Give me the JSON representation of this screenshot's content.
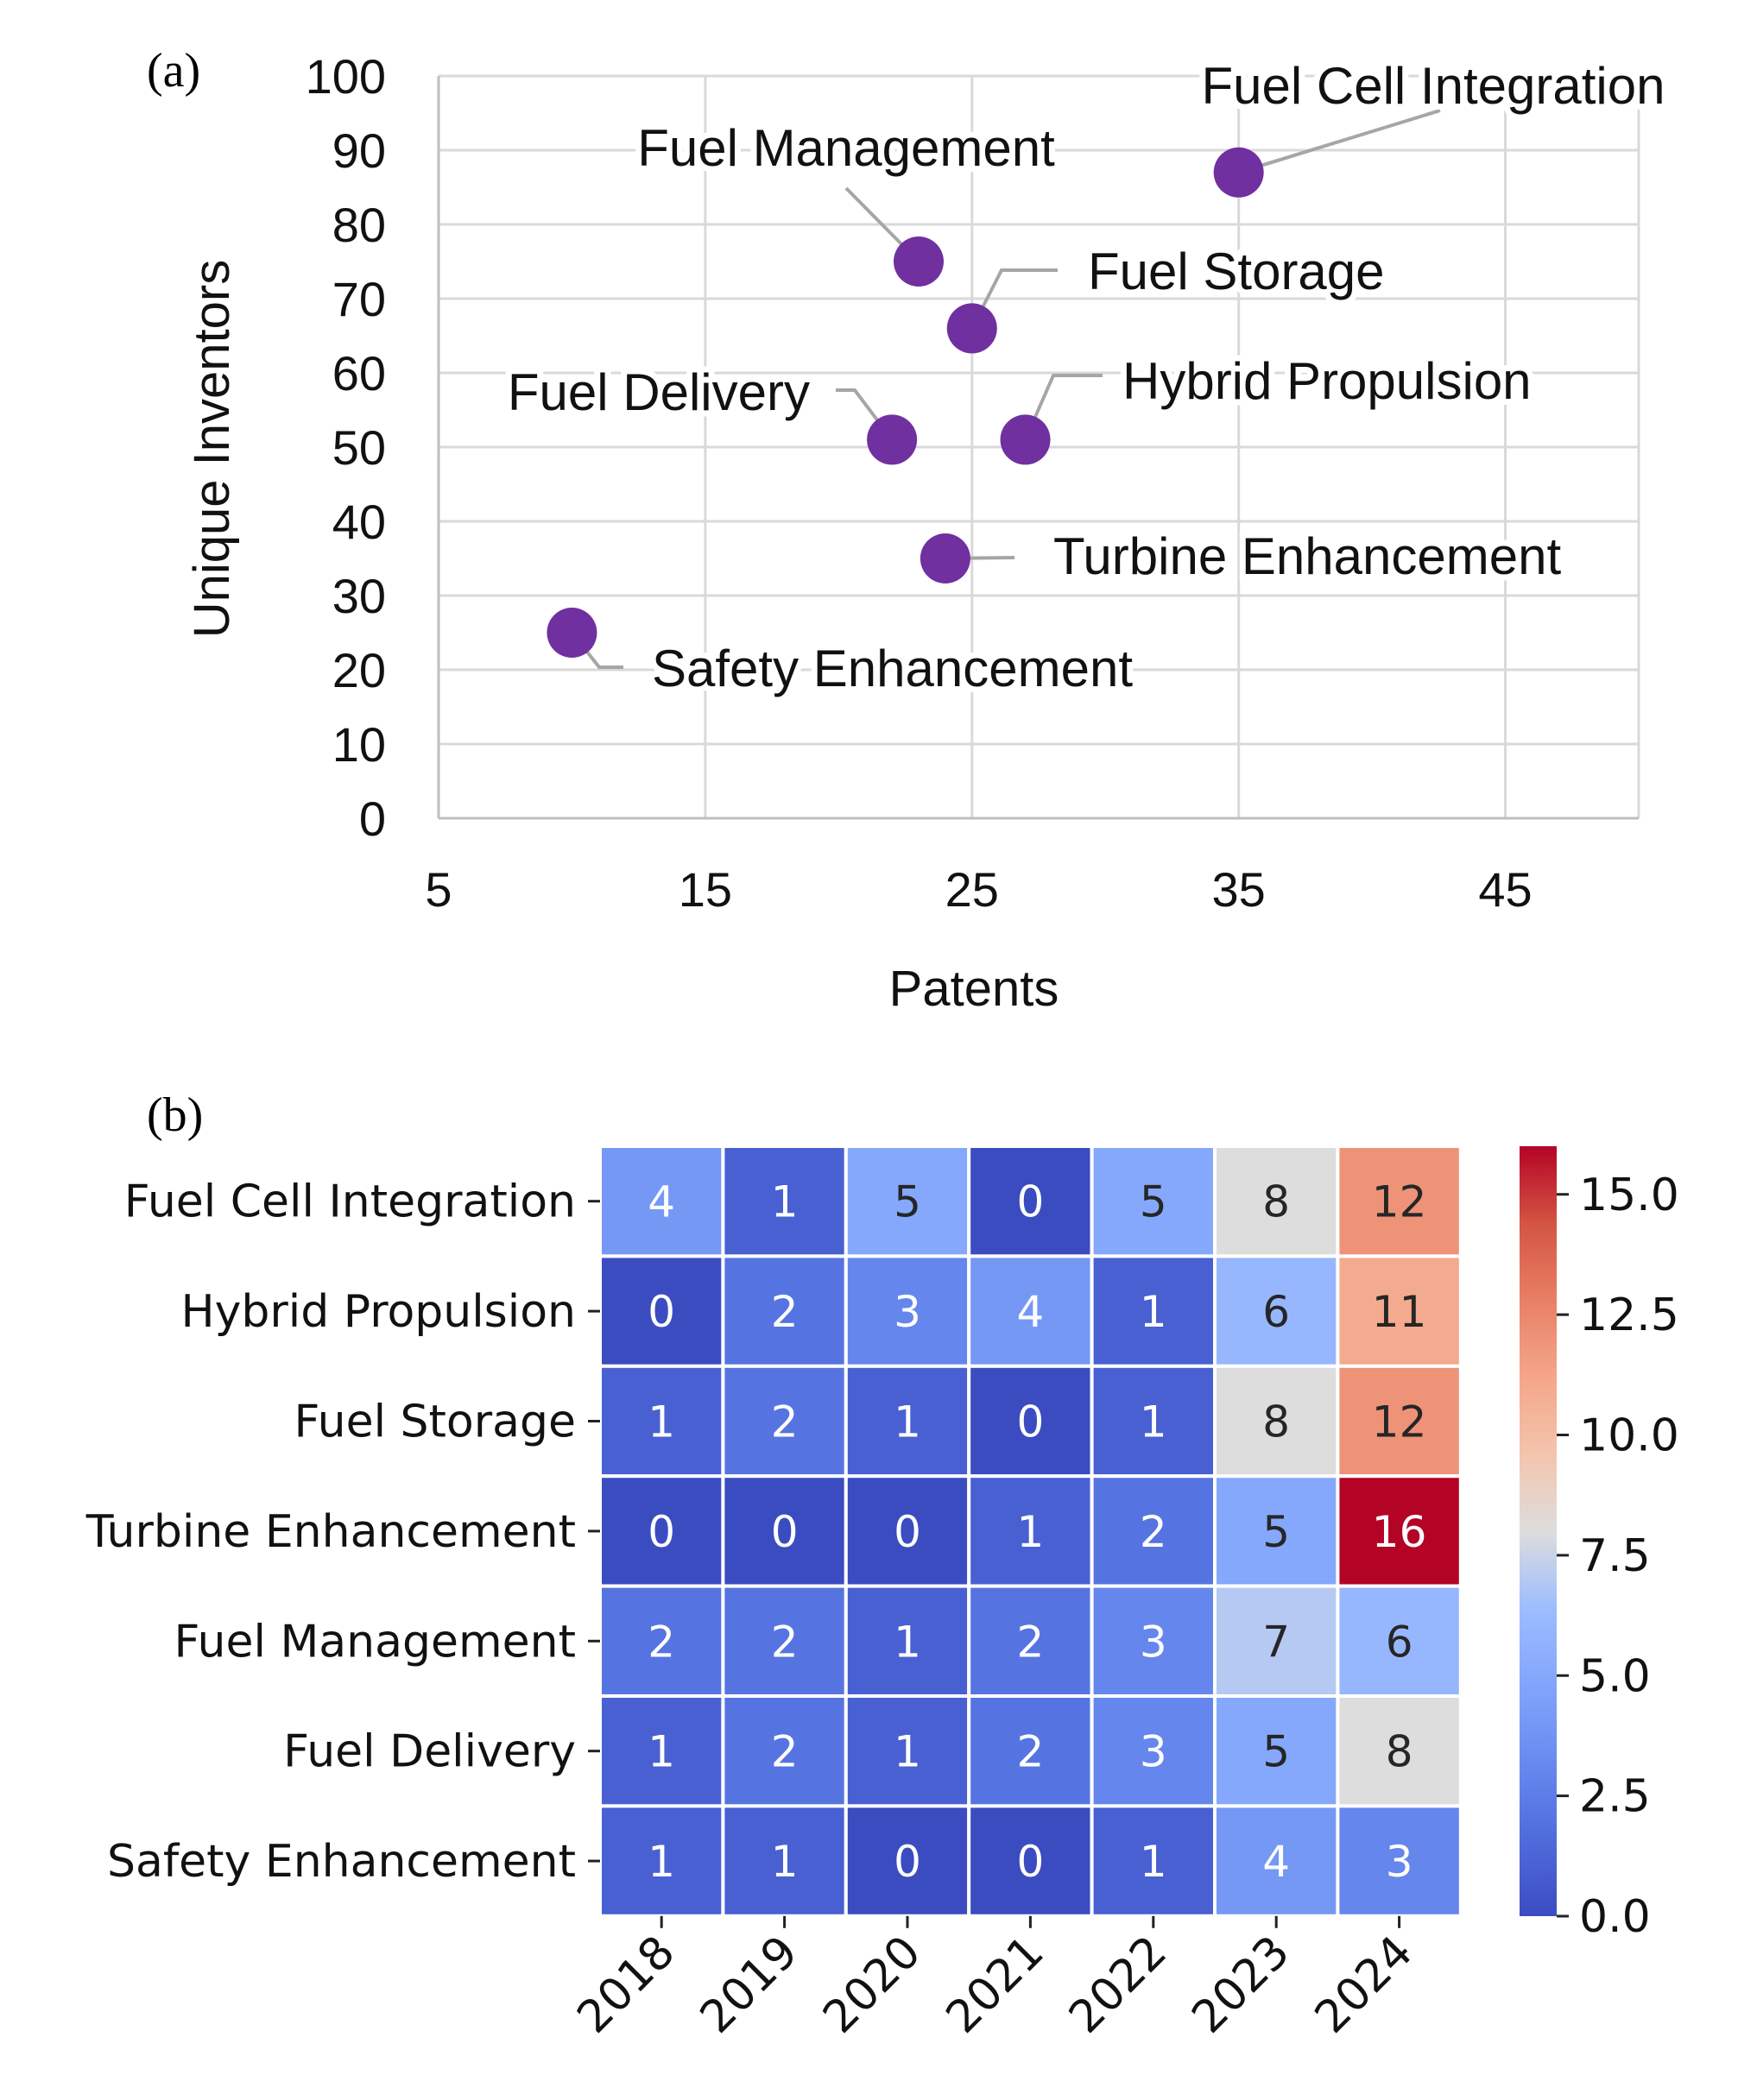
{
  "chart_data": [
    {
      "type": "scatter",
      "panel_label": "(a)",
      "xlabel": "Patents",
      "ylabel": "Unique Inventors",
      "xlim": [
        5,
        50
      ],
      "ylim": [
        0,
        100
      ],
      "xticks": [
        5,
        15,
        25,
        35,
        45
      ],
      "yticks": [
        0,
        10,
        20,
        30,
        40,
        50,
        60,
        70,
        80,
        90,
        100
      ],
      "grid": true,
      "marker_color": "#7030A0",
      "points": [
        {
          "label": "Fuel Cell Integration",
          "x": 35,
          "y": 87
        },
        {
          "label": "Fuel Management",
          "x": 23,
          "y": 75
        },
        {
          "label": "Fuel Storage",
          "x": 25,
          "y": 66
        },
        {
          "label": "Fuel Delivery",
          "x": 22,
          "y": 51
        },
        {
          "label": "Hybrid Propulsion",
          "x": 27,
          "y": 51
        },
        {
          "label": "Turbine Enhancement",
          "x": 24,
          "y": 35
        },
        {
          "label": "Safety Enhancement",
          "x": 10,
          "y": 25
        }
      ]
    },
    {
      "type": "heatmap",
      "panel_label": "(b)",
      "colormap": "coolwarm",
      "vmin": 0,
      "vmax": 16,
      "columns": [
        "2018",
        "2019",
        "2020",
        "2021",
        "2022",
        "2023",
        "2024"
      ],
      "rows": [
        "Fuel Cell Integration",
        "Hybrid Propulsion",
        "Fuel Storage",
        "Turbine Enhancement",
        "Fuel Management",
        "Fuel Delivery",
        "Safety Enhancement"
      ],
      "values": [
        [
          4,
          1,
          5,
          0,
          5,
          8,
          12
        ],
        [
          0,
          2,
          3,
          4,
          1,
          6,
          11
        ],
        [
          1,
          2,
          1,
          0,
          1,
          8,
          12
        ],
        [
          0,
          0,
          0,
          1,
          2,
          5,
          16
        ],
        [
          2,
          2,
          1,
          2,
          3,
          7,
          6
        ],
        [
          1,
          2,
          1,
          2,
          3,
          5,
          8
        ],
        [
          1,
          1,
          0,
          0,
          1,
          4,
          3
        ]
      ],
      "colorbar_ticks": [
        "0.0",
        "2.5",
        "5.0",
        "7.5",
        "10.0",
        "12.5",
        "15.0"
      ]
    }
  ]
}
